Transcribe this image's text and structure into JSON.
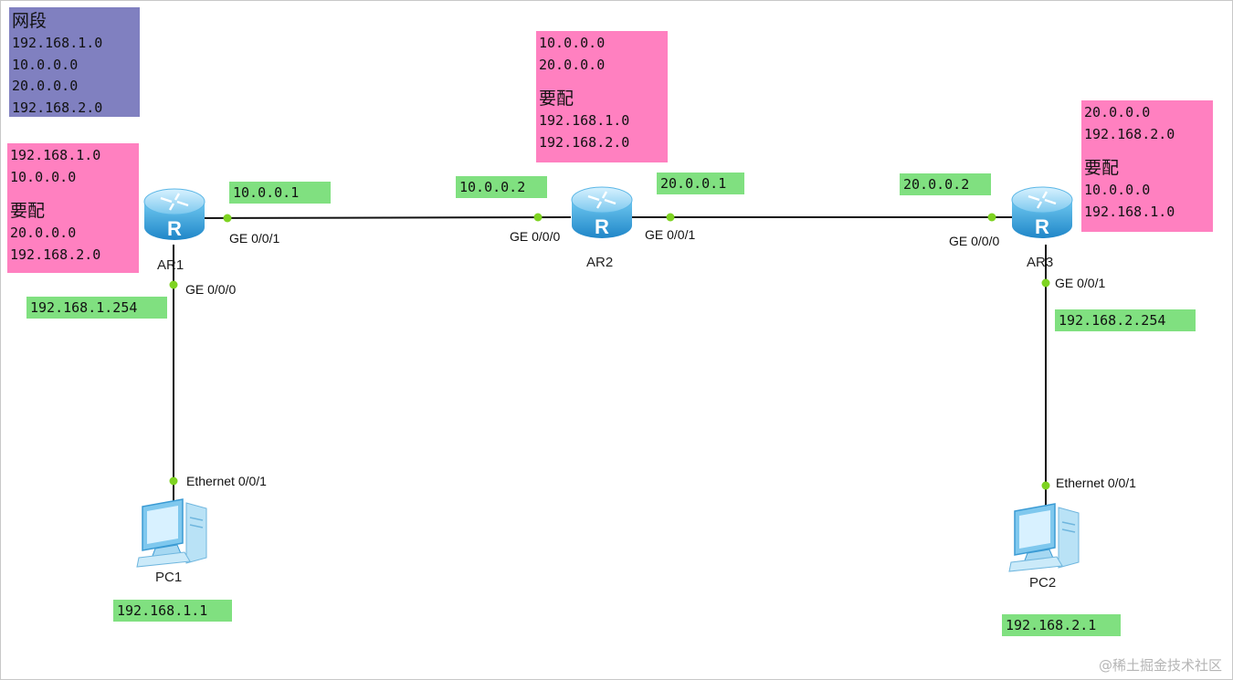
{
  "segments_box": {
    "heading": "网段",
    "lines": [
      "192.168.1.0",
      "10.0.0.0",
      "20.0.0.0",
      "192.168.2.0"
    ]
  },
  "ar1_box": {
    "direct": [
      "192.168.1.0",
      "10.0.0.0"
    ],
    "heading": "要配",
    "configure": [
      "20.0.0.0",
      "192.168.2.0"
    ]
  },
  "ar2_box": {
    "direct": [
      "10.0.0.0",
      "20.0.0.0"
    ],
    "heading": "要配",
    "configure": [
      "192.168.1.0",
      "192.168.2.0"
    ]
  },
  "ar3_box": {
    "direct": [
      "20.0.0.0",
      "192.168.2.0"
    ],
    "heading": "要配",
    "configure": [
      "10.0.0.0",
      "192.168.1.0"
    ]
  },
  "devices": {
    "ar1": "AR1",
    "ar2": "AR2",
    "ar3": "AR3",
    "pc1": "PC1",
    "pc2": "PC2"
  },
  "ip_tags": {
    "ar1_ge001": "10.0.0.1",
    "ar2_ge000": "10.0.0.2",
    "ar2_ge001": "20.0.0.1",
    "ar3_ge000": "20.0.0.2",
    "ar1_ge000": "192.168.1.254",
    "ar3_ge001": "192.168.2.254",
    "pc1": "192.168.1.1",
    "pc2": "192.168.2.1"
  },
  "ports": {
    "ar1_ge001": "GE 0/0/1",
    "ar1_ge000": "GE 0/0/0",
    "ar2_ge000": "GE 0/0/0",
    "ar2_ge001": "GE 0/0/1",
    "ar3_ge000": "GE 0/0/0",
    "ar3_ge001": "GE 0/0/1",
    "pc1_eth": "Ethernet 0/0/1",
    "pc2_eth": "Ethernet 0/0/1"
  },
  "colors": {
    "segment_box": "#8080c0",
    "router_box": "#ff80c0",
    "ip_tag": "#80e080",
    "link": "#111111",
    "port_dot": "#7ed321",
    "router_body": "#3fa8e0"
  },
  "watermark": "@稀土掘金技术社区"
}
